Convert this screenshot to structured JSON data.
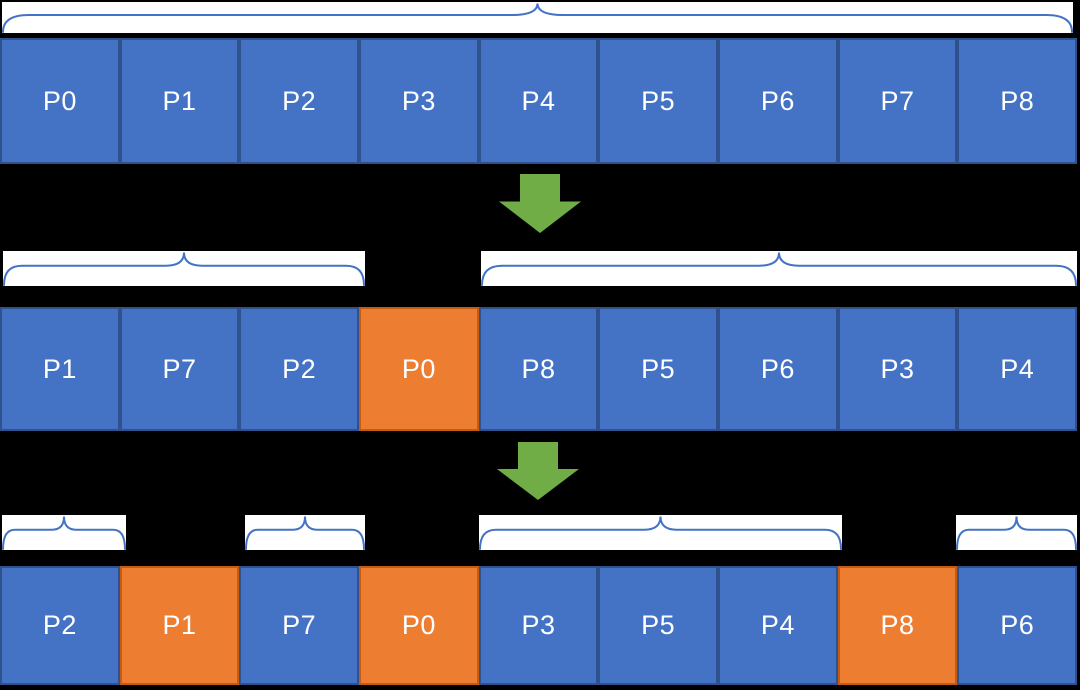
{
  "diagram": "array-partition-steps",
  "colors": {
    "background": "#000000",
    "box_blue": "#4472C4",
    "box_blue_border": "#2F528F",
    "box_orange": "#ED7D31",
    "box_orange_border": "#C55A11",
    "arrow_green": "#70AD47",
    "brace_stroke": "#4472C4",
    "brace_bg": "#FFFFFF",
    "text": "#FFFFFF"
  },
  "rows": [
    {
      "name": "initial-array",
      "cells": [
        {
          "label": "P0",
          "variant": "blue"
        },
        {
          "label": "P1",
          "variant": "blue"
        },
        {
          "label": "P2",
          "variant": "blue"
        },
        {
          "label": "P3",
          "variant": "blue"
        },
        {
          "label": "P4",
          "variant": "blue"
        },
        {
          "label": "P5",
          "variant": "blue"
        },
        {
          "label": "P6",
          "variant": "blue"
        },
        {
          "label": "P7",
          "variant": "blue"
        },
        {
          "label": "P8",
          "variant": "blue"
        }
      ],
      "braces": [
        {
          "covers": "P0-P8"
        }
      ]
    },
    {
      "name": "after-first-partition",
      "cells": [
        {
          "label": "P1",
          "variant": "blue"
        },
        {
          "label": "P7",
          "variant": "blue"
        },
        {
          "label": "P2",
          "variant": "blue"
        },
        {
          "label": "P0",
          "variant": "orange"
        },
        {
          "label": "P8",
          "variant": "blue"
        },
        {
          "label": "P5",
          "variant": "blue"
        },
        {
          "label": "P6",
          "variant": "blue"
        },
        {
          "label": "P3",
          "variant": "blue"
        },
        {
          "label": "P4",
          "variant": "blue"
        }
      ],
      "braces": [
        {
          "covers": "P1-P2"
        },
        {
          "covers": "P8-P4"
        }
      ]
    },
    {
      "name": "after-second-partition",
      "cells": [
        {
          "label": "P2",
          "variant": "blue"
        },
        {
          "label": "P1",
          "variant": "orange"
        },
        {
          "label": "P7",
          "variant": "blue"
        },
        {
          "label": "P0",
          "variant": "orange"
        },
        {
          "label": "P3",
          "variant": "blue"
        },
        {
          "label": "P5",
          "variant": "blue"
        },
        {
          "label": "P4",
          "variant": "blue"
        },
        {
          "label": "P8",
          "variant": "orange"
        },
        {
          "label": "P6",
          "variant": "blue"
        }
      ],
      "braces": [
        {
          "covers": "P2"
        },
        {
          "covers": "P7"
        },
        {
          "covers": "P3-P4"
        },
        {
          "covers": "P6"
        }
      ]
    }
  ],
  "arrows": [
    {
      "name": "step-1-arrow",
      "direction": "down"
    },
    {
      "name": "step-2-arrow",
      "direction": "down"
    }
  ]
}
